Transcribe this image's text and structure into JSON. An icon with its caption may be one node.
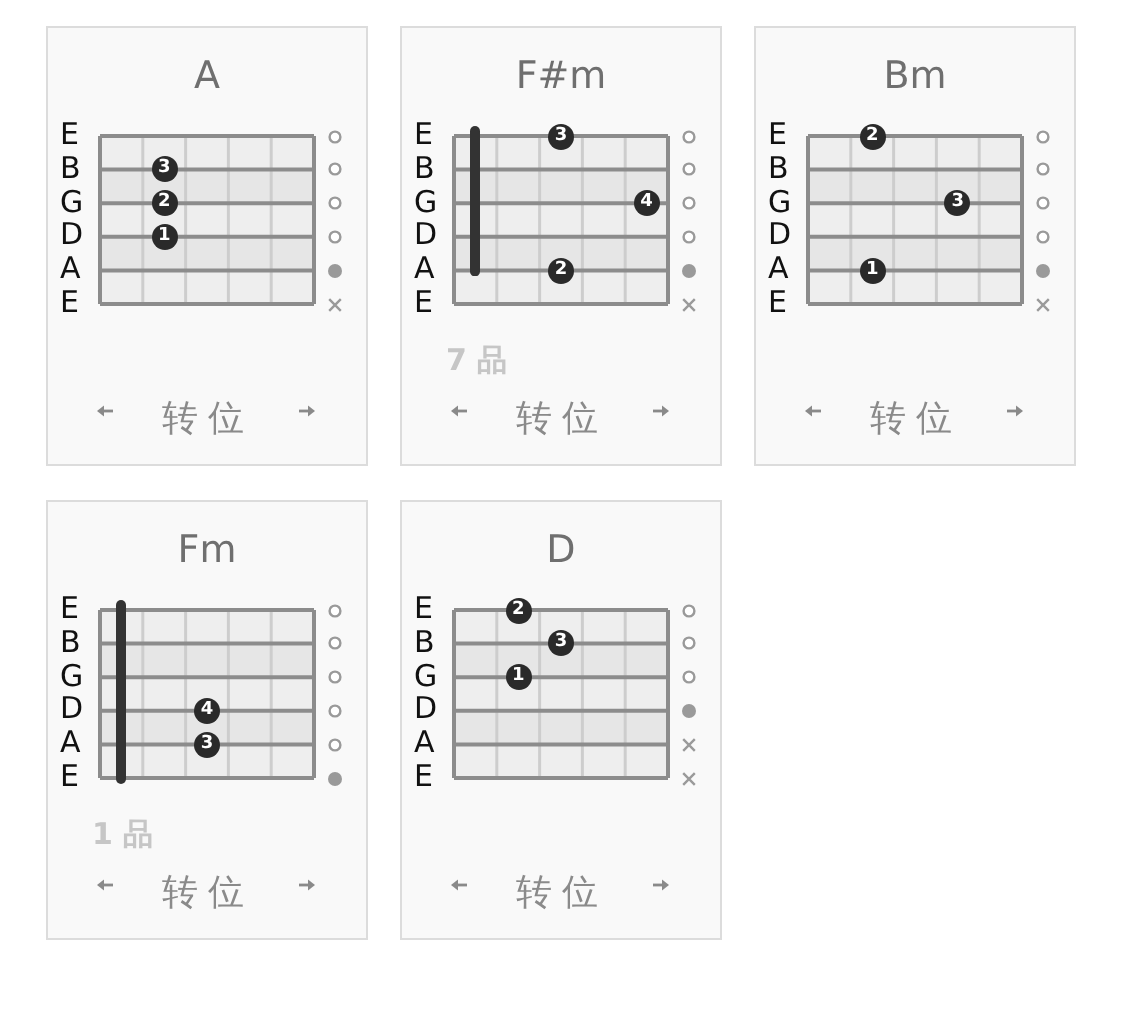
{
  "diagram": {
    "nodes": [
      {
        "text": [
          "A",
          "E",
          "B",
          "G",
          "D",
          "A",
          "E",
          "转位"
        ]
      },
      {
        "text": [
          "3"
        ],
        "in": 0
      },
      {
        "text": [
          "2"
        ],
        "in": 0
      },
      {
        "text": [
          "1"
        ],
        "in": 0
      },
      {
        "text": [
          "F#m",
          "E",
          "B",
          "G",
          "D",
          "A",
          "E",
          "7 品",
          "转位"
        ]
      },
      {
        "text": [
          "3"
        ],
        "in": 4
      },
      {
        "text": [
          "4"
        ],
        "in": 4
      },
      {
        "text": [
          "2"
        ],
        "in": 4
      },
      {
        "text": [
          "Bm",
          "E",
          "B",
          "G",
          "D",
          "A",
          "E",
          "转位"
        ]
      },
      {
        "text": [
          "2"
        ],
        "in": 8
      },
      {
        "text": [
          "3"
        ],
        "in": 8
      },
      {
        "text": [
          "1"
        ],
        "in": 8
      },
      {
        "text": [
          "Fm",
          "E",
          "B",
          "G",
          "D",
          "A",
          "E",
          "1 品",
          "转位"
        ]
      },
      {
        "text": [
          "4"
        ],
        "in": 12
      },
      {
        "text": [
          "3"
        ],
        "in": 12
      },
      {
        "text": [
          "D",
          "E",
          "B",
          "G",
          "D",
          "A",
          "E",
          "转位"
        ]
      },
      {
        "text": [
          "2"
        ],
        "in": 15
      },
      {
        "text": [
          "3"
        ],
        "in": 15
      },
      {
        "text": [
          "1"
        ],
        "in": 15
      }
    ]
  }
}
